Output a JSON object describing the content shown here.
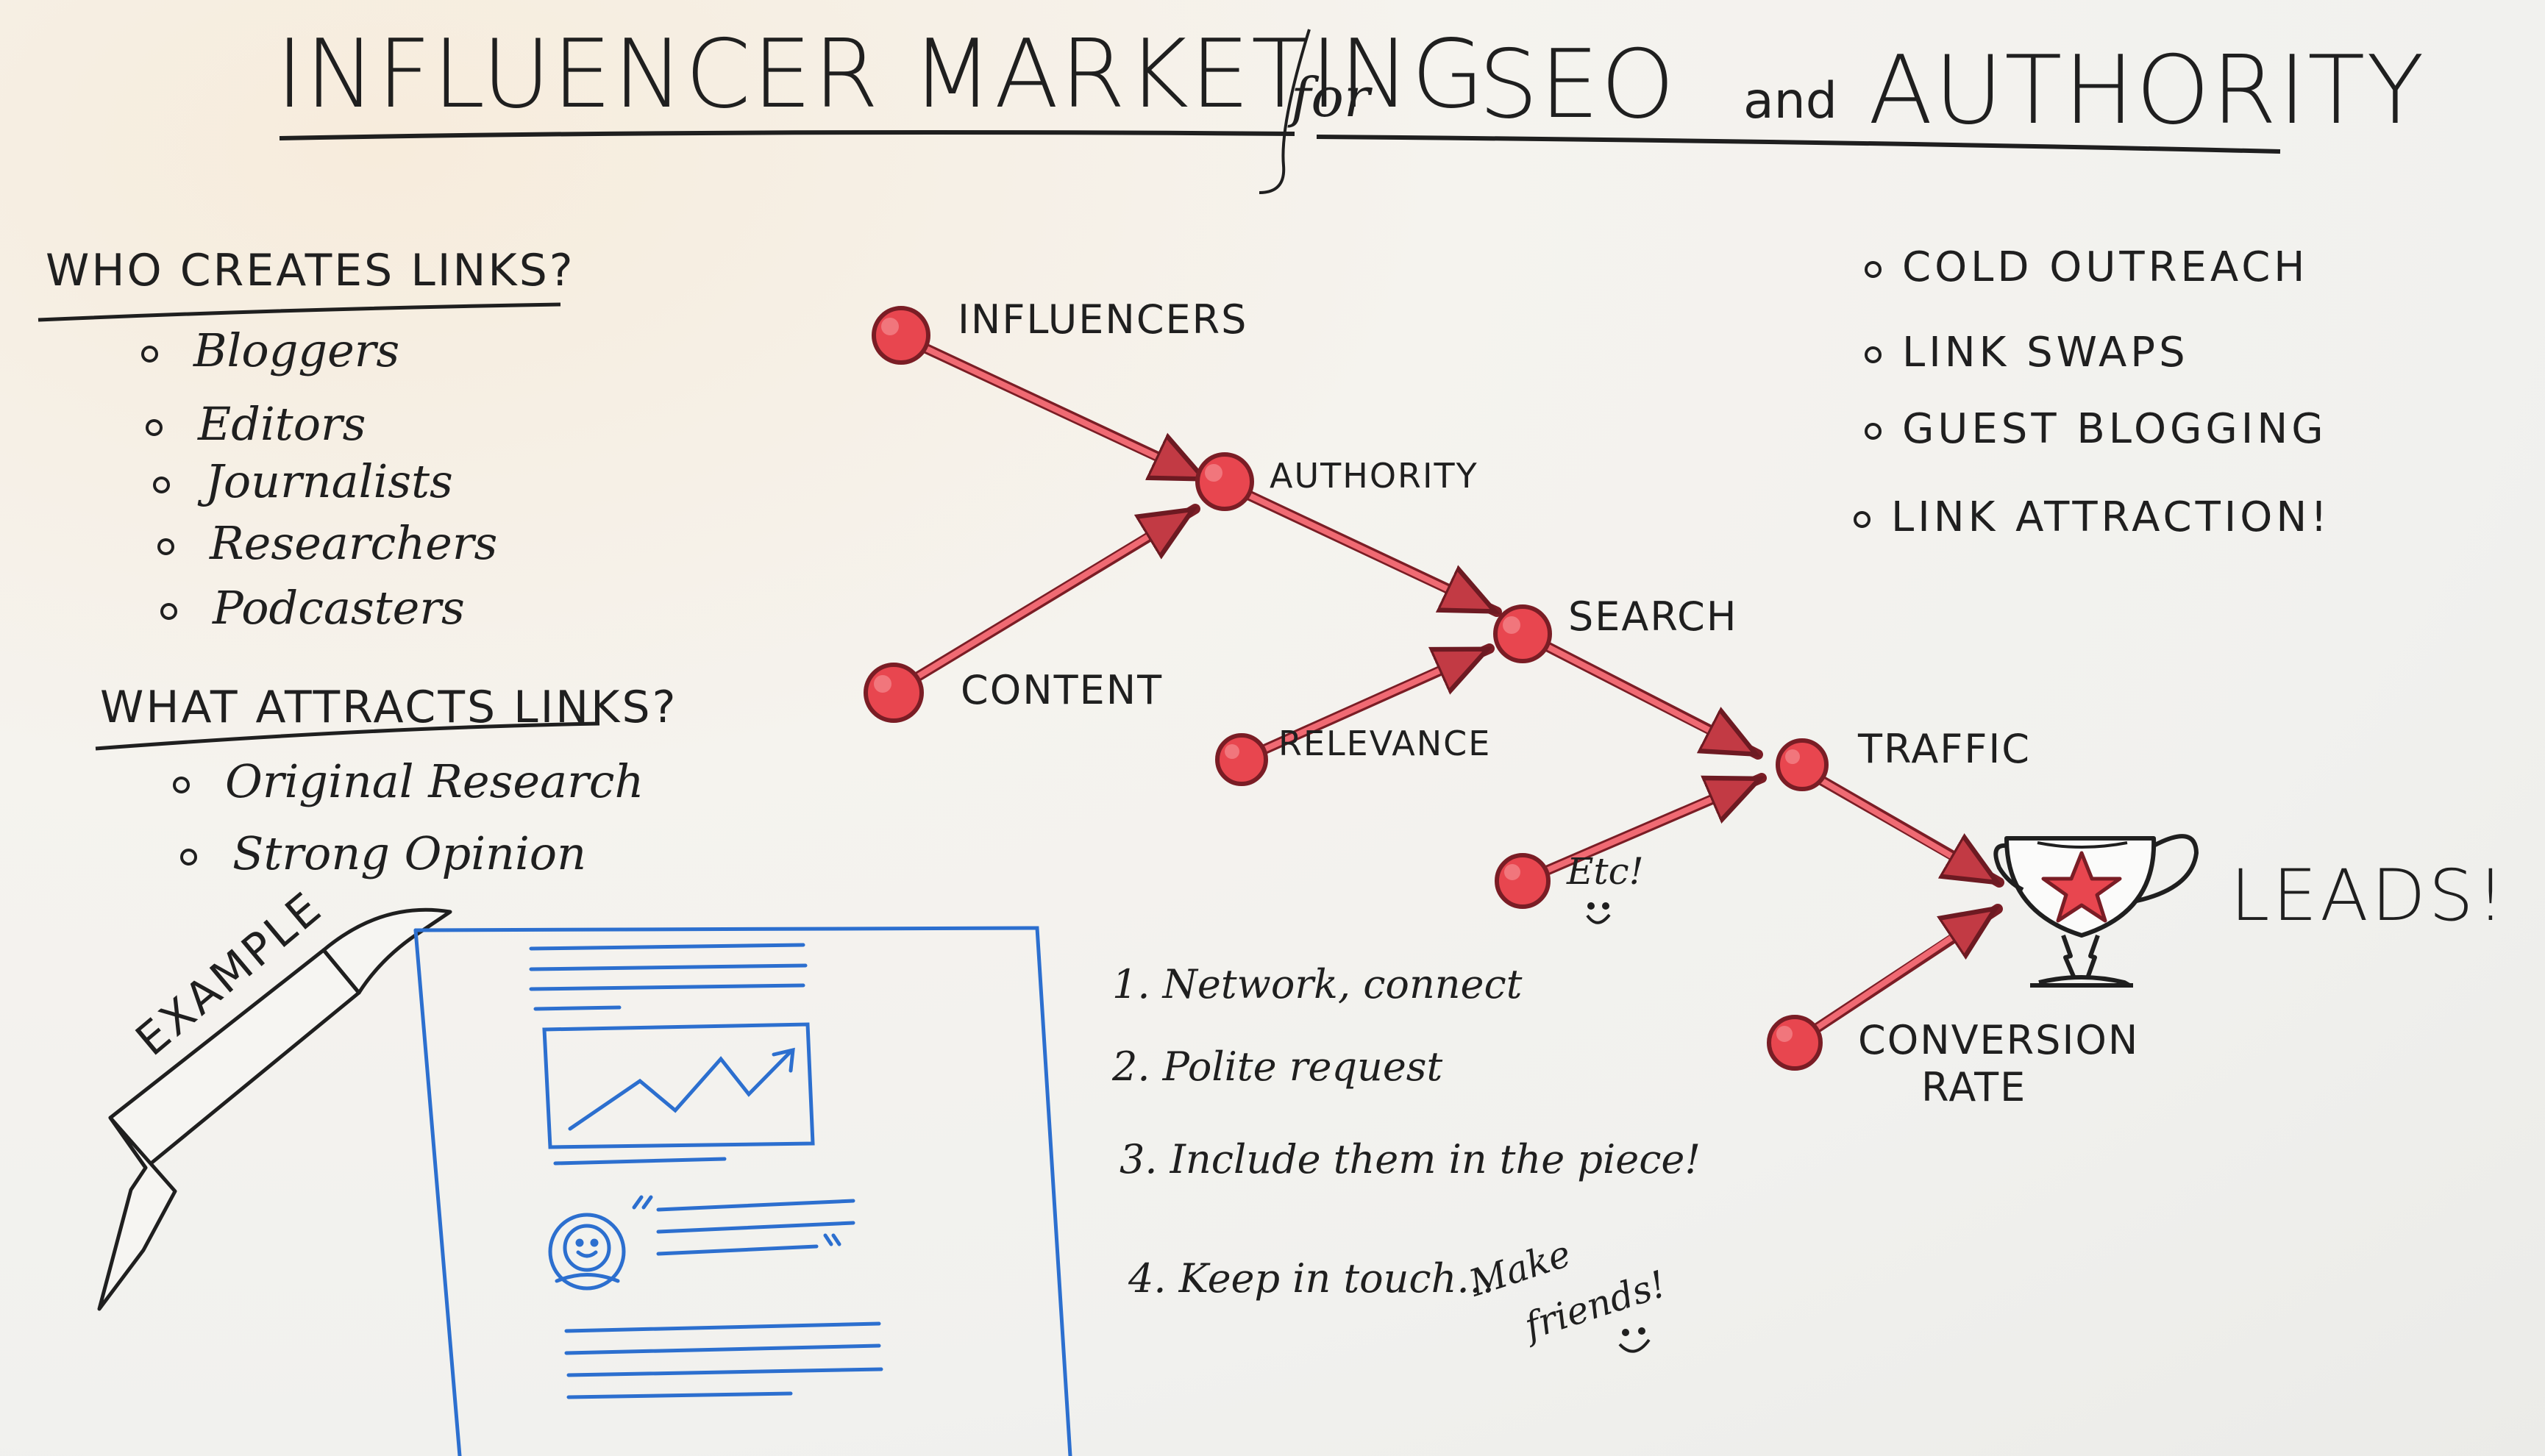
{
  "title": {
    "part1": "INFLUENCER MARKETING",
    "part2": "for",
    "part3": "SEO",
    "part4": "and",
    "part5": "AUTHORITY"
  },
  "who_creates": {
    "heading": "WHO CREATES LINKS?",
    "items": [
      "Bloggers",
      "Editors",
      "Journalists",
      "Researchers",
      "Podcasters"
    ]
  },
  "what_attracts": {
    "heading": "WHAT ATTRACTS LINKS?",
    "items": [
      "Original Research",
      "Strong Opinion"
    ]
  },
  "flow": {
    "nodes": [
      "INFLUENCERS",
      "AUTHORITY",
      "CONTENT",
      "SEARCH",
      "RELEVANCE",
      "TRAFFIC",
      "Etc!",
      "CONVERSION",
      "RATE"
    ],
    "goal": "LEADS!"
  },
  "tactics": [
    "COLD OUTREACH",
    "LINK SWAPS",
    "GUEST BLOGGING",
    "LINK ATTRACTION!"
  ],
  "steps": [
    "1. Network, connect",
    "2. Polite request",
    "3. Include them in the piece!",
    "4. Keep in touch..."
  ],
  "aside": {
    "line1": "Make",
    "line2": "friends!"
  },
  "example_label": "EXAMPLE",
  "colors": {
    "marker_red": "#e8464f",
    "marker_outline": "#7a1d25",
    "marker_blue": "#2c6fcf",
    "ink": "#1f1f1f"
  }
}
